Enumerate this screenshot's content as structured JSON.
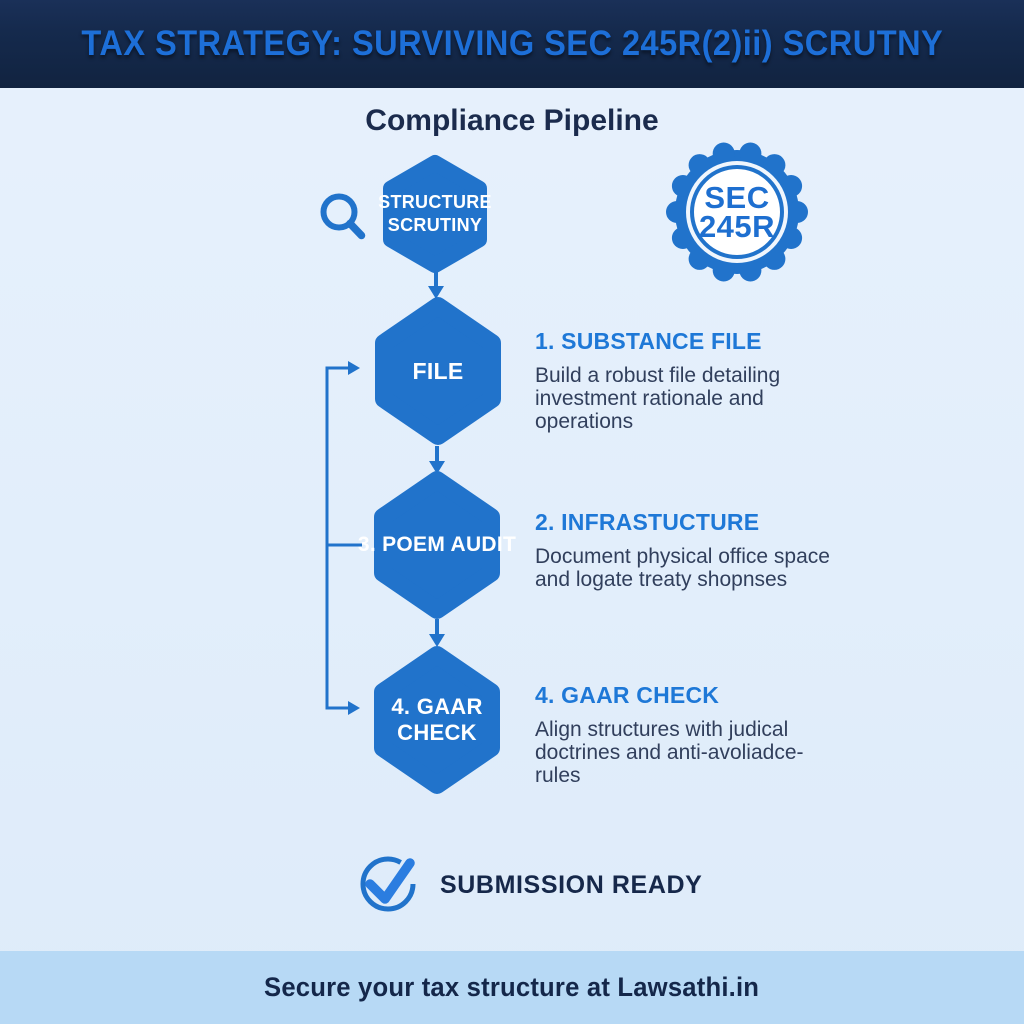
{
  "header": {
    "title": "TAX STRATEGY: SURVIVING SEC 245R(2)ii) SCRUTNY"
  },
  "pipeline": {
    "title": "Compliance Pipeline",
    "badge": {
      "line1": "SEC",
      "line2": "245R"
    },
    "nodes": [
      {
        "label": "STRUCTURE\nSCRUTINY"
      },
      {
        "label": "FILE"
      },
      {
        "label": "3. POEM AUDIT"
      },
      {
        "label": "4. GAAR\nCHECK"
      }
    ],
    "steps": [
      {
        "heading": "1. SUBSTANCE FILE",
        "description": "Build a robust file detailing\ninvestment rationale and\noperations"
      },
      {
        "heading": "2. INFRASTUCTURE",
        "description": "Document physical office space\nand logate treaty shopnses"
      },
      {
        "heading": "4. GAAR CHECK",
        "description": "Align structures with judical\ndoctrines and anti-avoliadce-\nrules"
      }
    ],
    "status_label": "SUBMISSION READY"
  },
  "footer": {
    "text": "Secure your tax structure at Lawsathi.in"
  },
  "icons": {
    "search": "search-icon",
    "seal": "sec-245r-seal-badge",
    "check": "check-circle-icon"
  },
  "colors": {
    "header_bg": "#152a4d",
    "header_title": "#1d6fd8",
    "accent_blue": "#2173cb",
    "step_heading_blue": "#1e78d7",
    "dark_navy_text": "#1b2b4d",
    "description_text": "#313f5c",
    "body_bg": "#e2eefb",
    "footer_bg": "#b7d9f5",
    "node_text": "#ffffff"
  }
}
